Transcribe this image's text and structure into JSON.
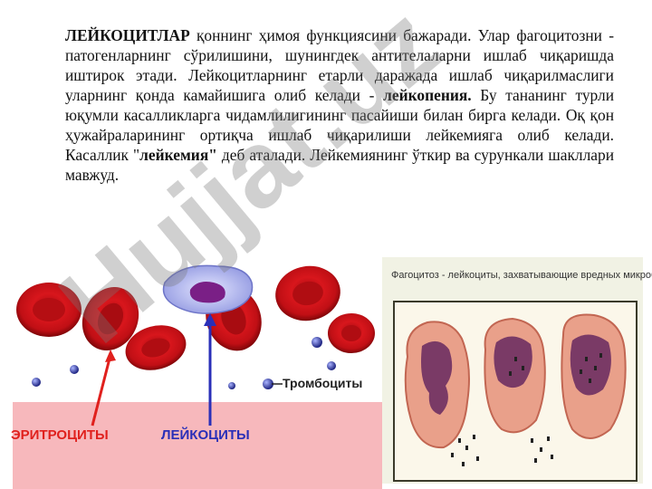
{
  "paragraph": {
    "p1": "ЛЕЙКОЦИТЛАР",
    "p2": " қоннинг ҳимоя функциясини бажаради. Улар фагоцитозни - патогенларнинг сўрилишини, шунингдек антителаларни ишлаб чиқаришда иштирок этади. Лейкоцитларнинг етарли даражада ишлаб чиқарилмаслиги уларнинг қонда камайишига олиб келади - ",
    "p3": "лейкопения.",
    "p4": " Бу тананинг турли юқумли касалликларга чидамлилигининг пасайиши билан бирга келади. Оқ қон ҳужайраларининг ортиқча ишлаб чиқарилиши лейкемияга олиб келади. Касаллик \"",
    "p5": "лейкемия\"",
    "p6": " деб аталади. Лейкемиянинг ўткир ва сурункали шакллари мавжуд."
  },
  "left_figure": {
    "label_erythrocytes": "ЭРИТРОЦИТЫ",
    "label_leukocytes": "ЛЕЙКОЦИТЫ",
    "label_thrombocytes": "Тромбоциты"
  },
  "right_figure": {
    "caption": "Фагоцитоз - лейкоциты, захватывающие вредных микробов"
  },
  "watermark": "Hujjat.uz",
  "colors": {
    "rbc": "#d8161c",
    "leukocyte_arrow": "#2a2fb8",
    "erythrocyte_arrow": "#e0201d"
  }
}
